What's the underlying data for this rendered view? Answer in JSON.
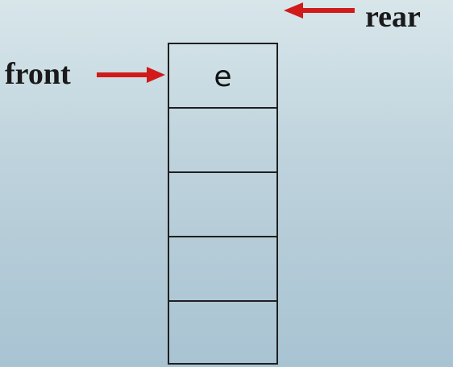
{
  "labels": {
    "front": "front",
    "rear": "rear"
  },
  "queue": {
    "cells": [
      "e",
      "",
      "",
      "",
      ""
    ]
  },
  "colors": {
    "arrow": "#d11a1a",
    "border": "#1f1f1f"
  }
}
